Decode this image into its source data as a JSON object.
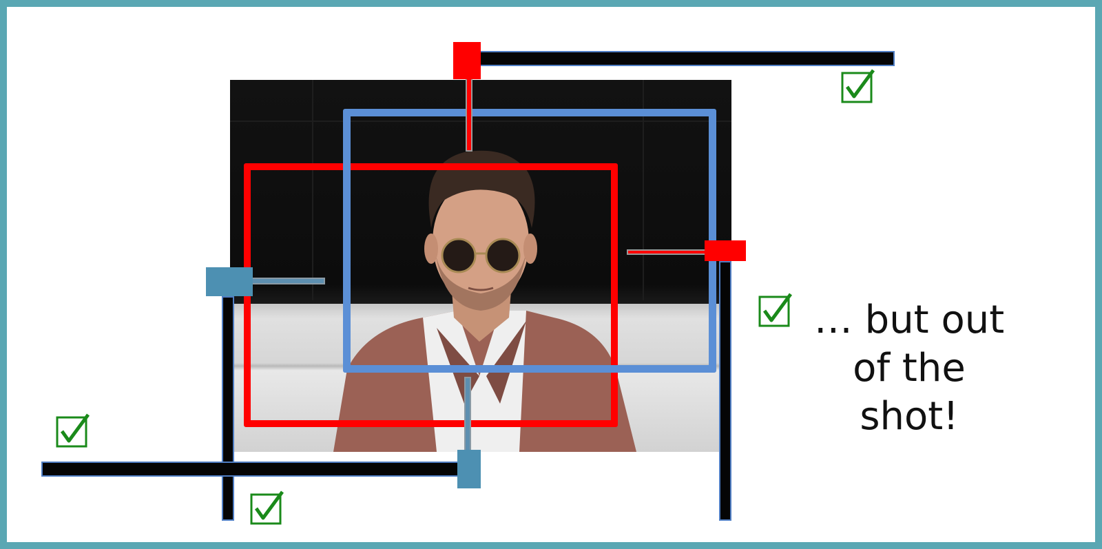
{
  "caption": {
    "line1": "… but out",
    "line2": "of the",
    "line3": "shot!"
  },
  "colors": {
    "slide_border": "#5aa7b3",
    "frame_red": "#ff0000",
    "frame_blue": "#5b8fd6",
    "check_green": "#1a8a1a",
    "boom_bar": "#050505"
  },
  "icons": [
    "check-box-icon"
  ]
}
